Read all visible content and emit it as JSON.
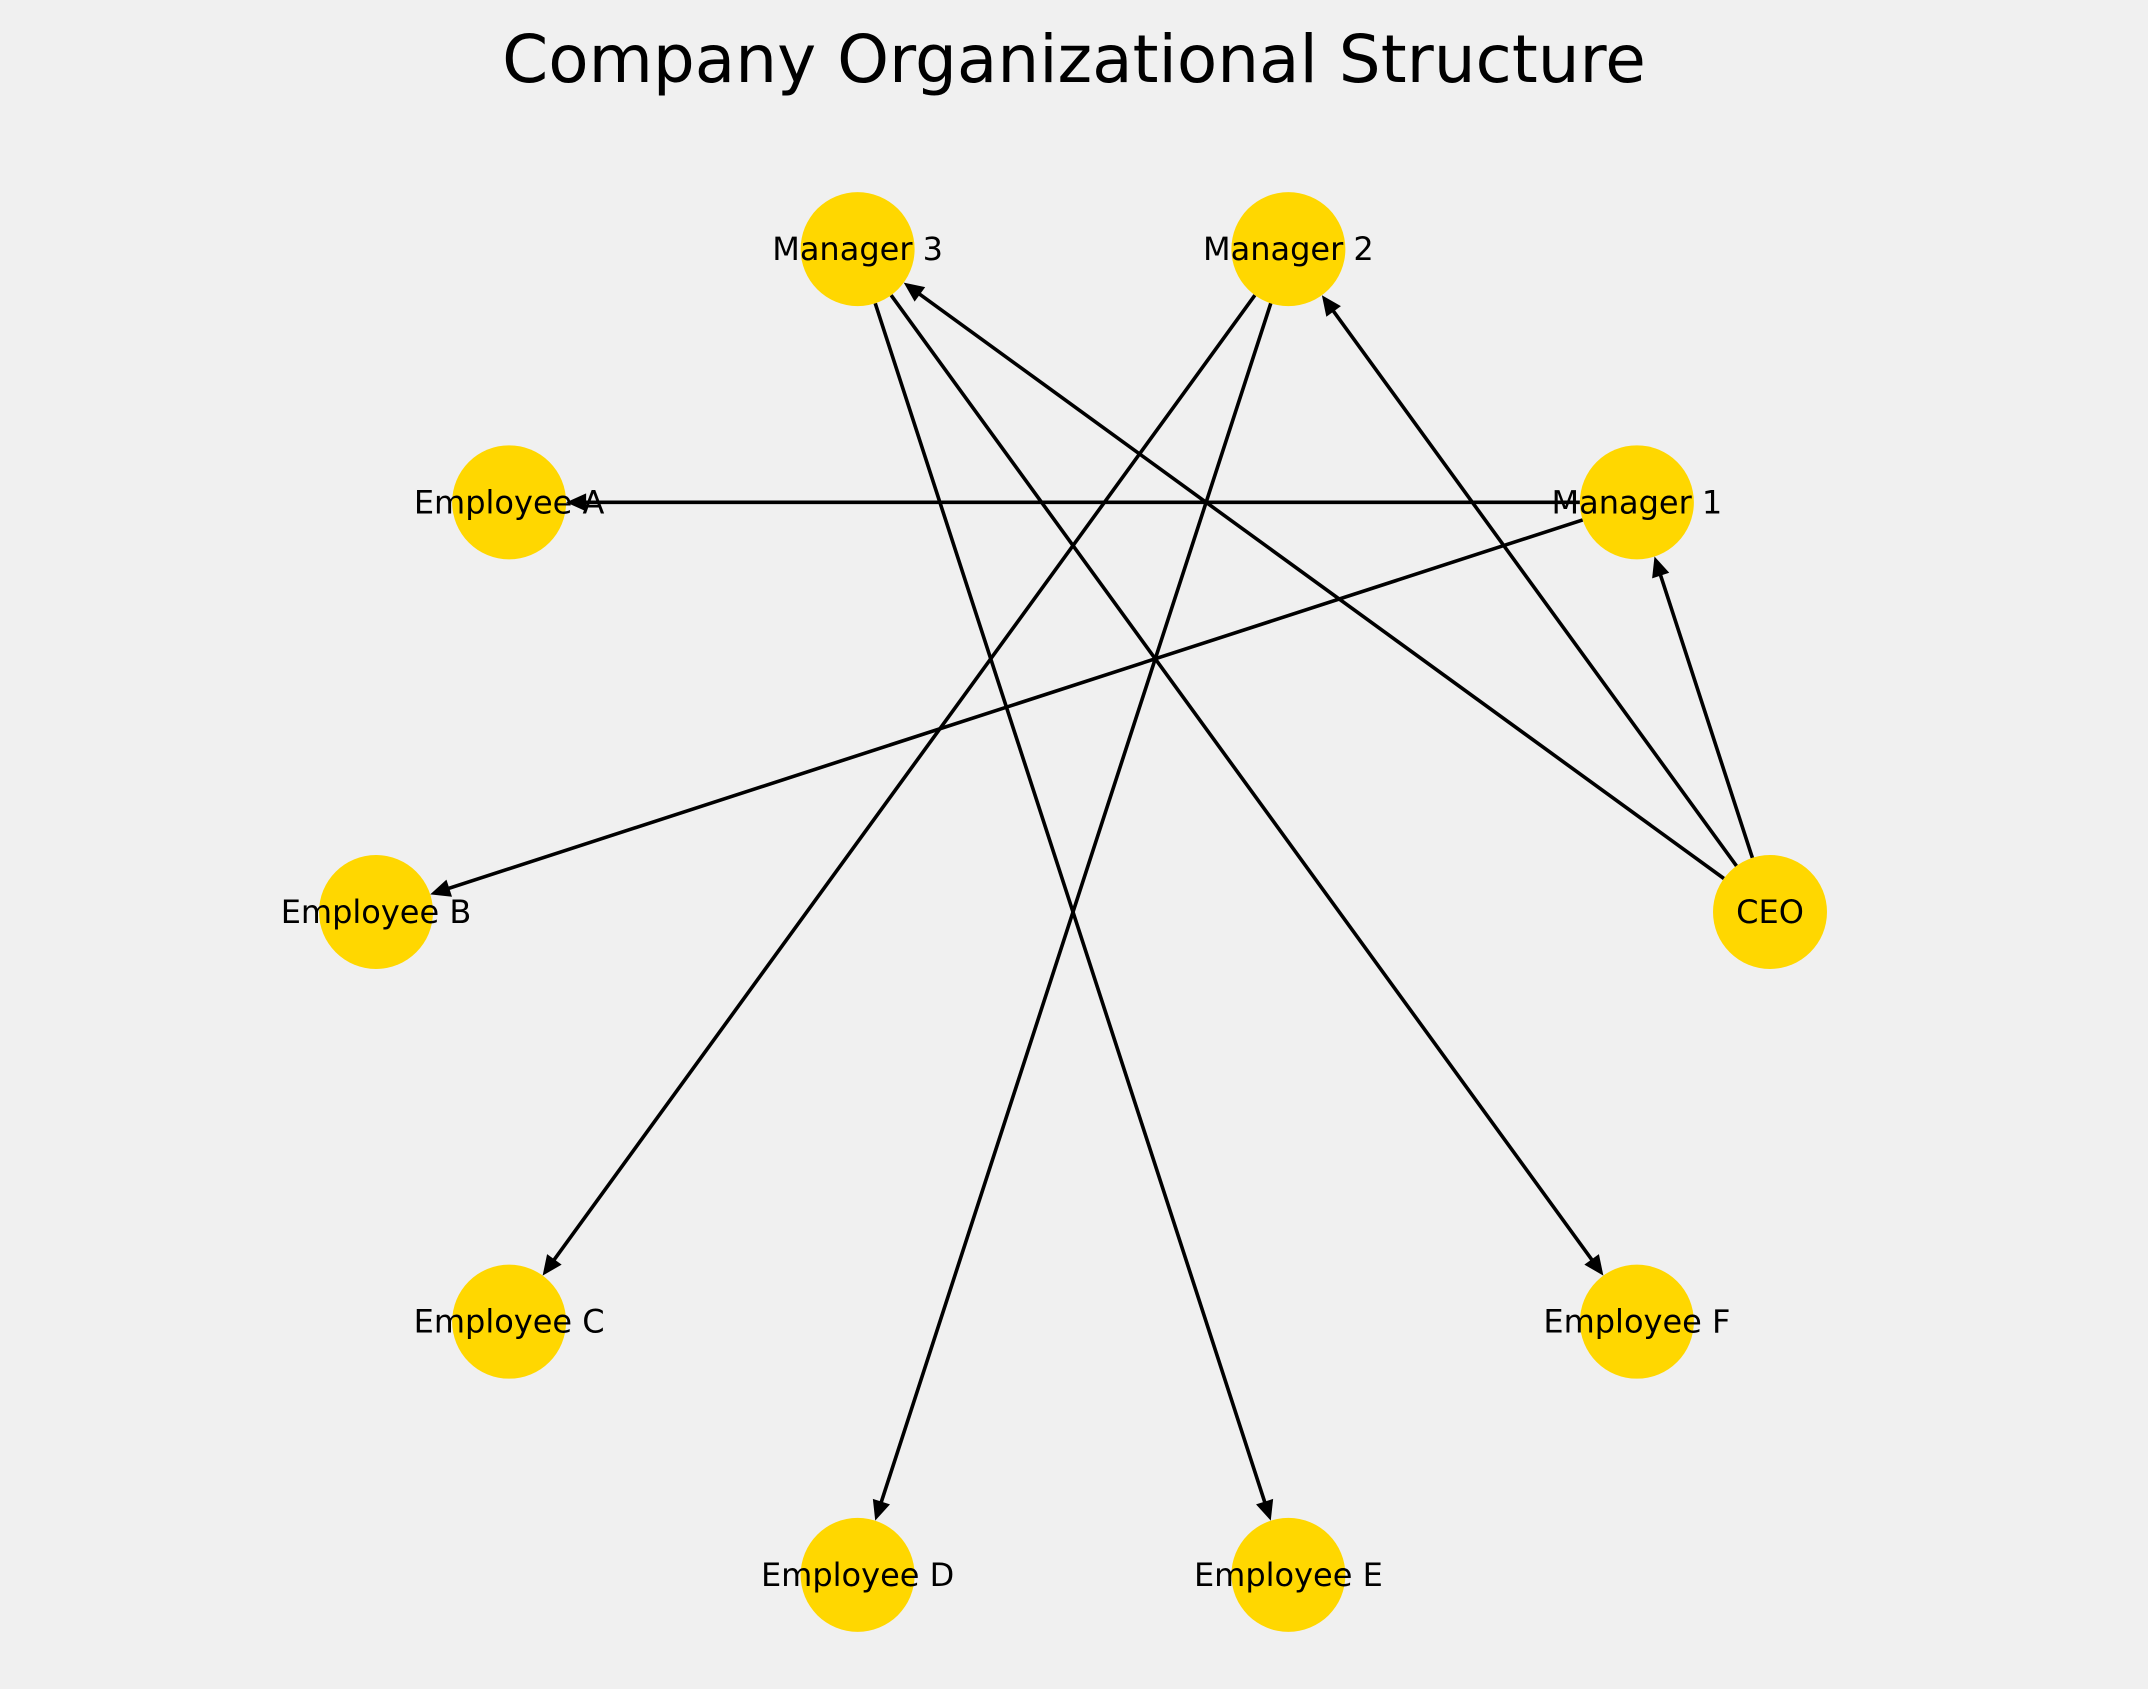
{
  "title": "Company Organizational Structure",
  "colors": {
    "background": "#f0f0f0",
    "node": "#ffd700",
    "edge": "#000000",
    "text": "#000000"
  },
  "nodes": [
    {
      "id": "ceo",
      "label": "CEO"
    },
    {
      "id": "manager1",
      "label": "Manager 1"
    },
    {
      "id": "manager2",
      "label": "Manager 2"
    },
    {
      "id": "manager3",
      "label": "Manager 3"
    },
    {
      "id": "employeeA",
      "label": "Employee A"
    },
    {
      "id": "employeeB",
      "label": "Employee B"
    },
    {
      "id": "employeeC",
      "label": "Employee C"
    },
    {
      "id": "employeeD",
      "label": "Employee D"
    },
    {
      "id": "employeeE",
      "label": "Employee E"
    },
    {
      "id": "employeeF",
      "label": "Employee F"
    }
  ],
  "edges": [
    {
      "from": "ceo",
      "to": "manager1"
    },
    {
      "from": "ceo",
      "to": "manager2"
    },
    {
      "from": "ceo",
      "to": "manager3"
    },
    {
      "from": "manager1",
      "to": "employeeA"
    },
    {
      "from": "manager1",
      "to": "employeeB"
    },
    {
      "from": "manager2",
      "to": "employeeC"
    },
    {
      "from": "manager2",
      "to": "employeeD"
    },
    {
      "from": "manager3",
      "to": "employeeE"
    },
    {
      "from": "manager3",
      "to": "employeeF"
    }
  ]
}
